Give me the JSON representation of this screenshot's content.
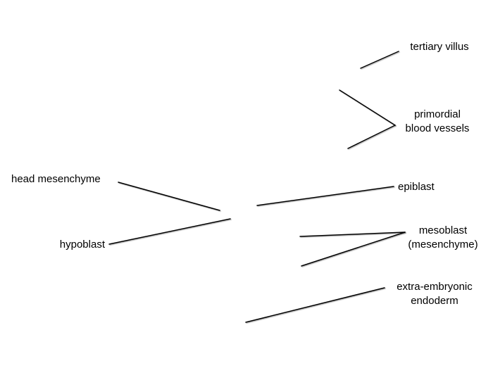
{
  "labels": {
    "tertiary_villus": "tertiary villus",
    "primordial_blood_vessels": {
      "line1": "primordial",
      "line2": "blood vessels"
    },
    "head_mesenchyme": "head mesenchyme",
    "epiblast": "epiblast",
    "mesoblast": {
      "line1": "mesoblast",
      "line2": "(mesenchyme)"
    },
    "hypoblast": "hypoblast",
    "extra_embryonic_endoderm": {
      "line1": "extra-embryonic",
      "line2": "endoderm"
    }
  },
  "colors": {
    "background": "#ffffff",
    "line": "#000000",
    "text": "#000000"
  }
}
